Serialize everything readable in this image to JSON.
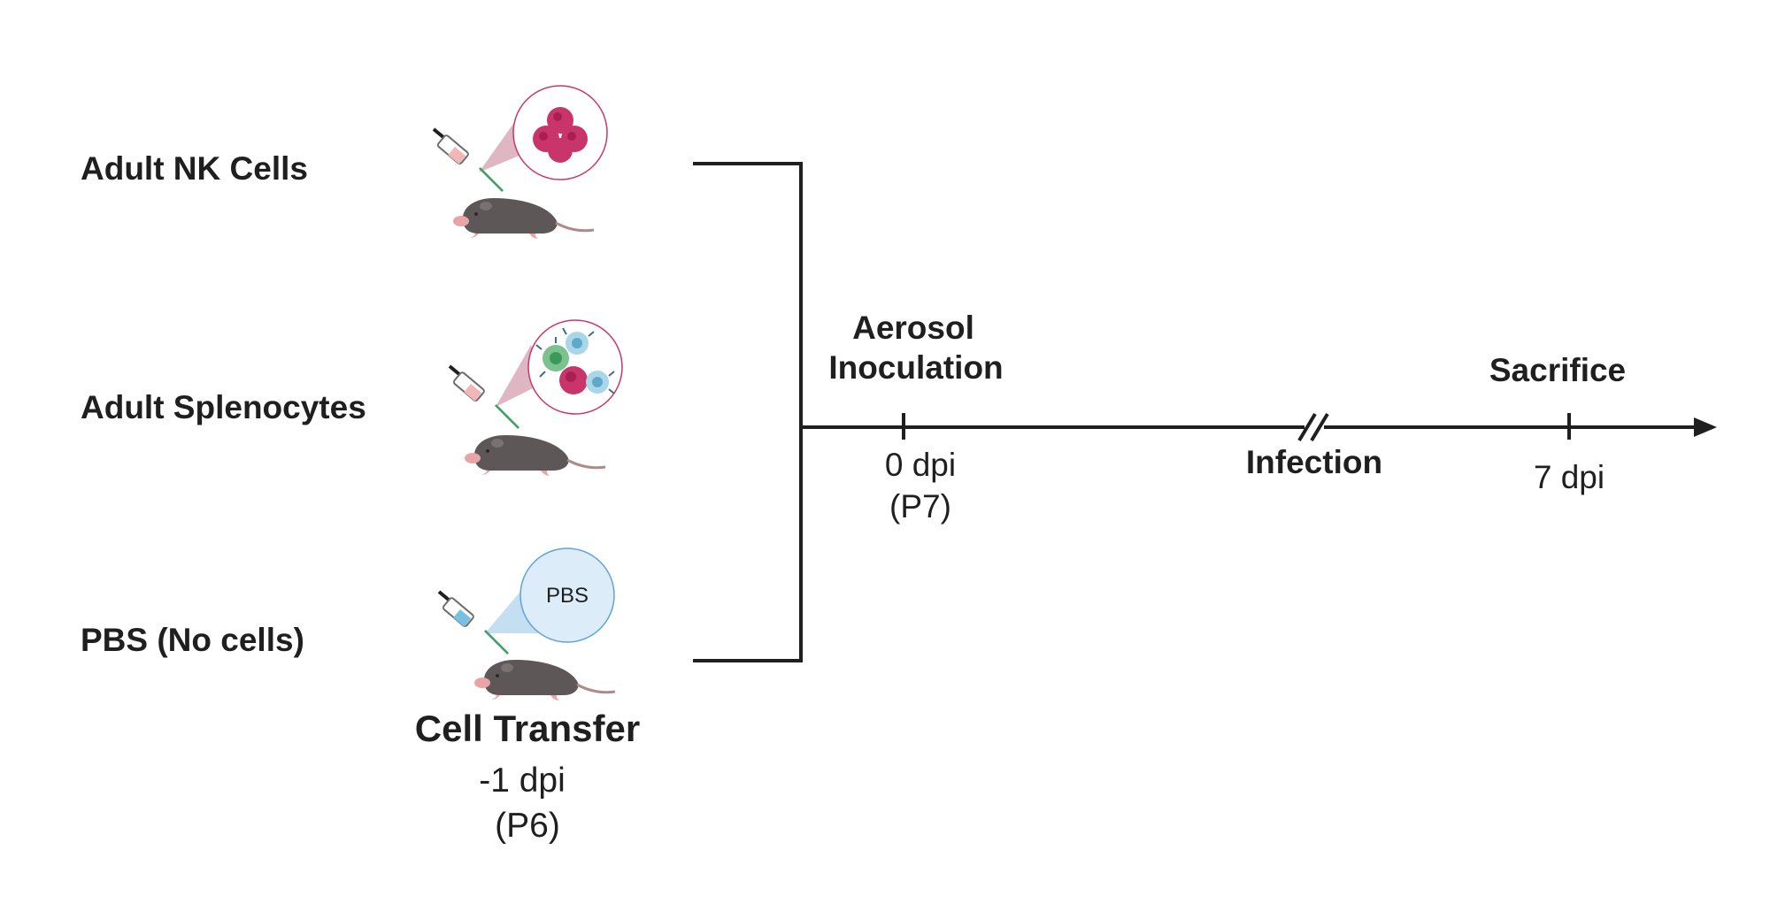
{
  "groups": [
    {
      "label": "Adult NK Cells"
    },
    {
      "label": "Adult Splenocytes"
    },
    {
      "label": "PBS (No cells)"
    }
  ],
  "bubble_text": "PBS",
  "cell_transfer": {
    "title": "Cell Transfer",
    "time": "-1 dpi",
    "age": "(P6)"
  },
  "timeline": {
    "inoculation": {
      "title_line1": "Aerosol",
      "title_line2": "Inoculation",
      "time": "0 dpi",
      "age": "(P7)"
    },
    "infection": {
      "label": "Infection"
    },
    "sacrifice": {
      "title": "Sacrifice",
      "time": "7 dpi"
    }
  },
  "colors": {
    "text": "#1f1f1f",
    "line": "#1f1f1f",
    "mouse": "#5d5757",
    "mouse_pink": "#e9a4a6",
    "nk_cell": "#c9356a",
    "bubble_pink": "#d8aab8",
    "bubble_blue": "#bcdcef",
    "syringe_pink": "#f2b6b6",
    "syringe_blue": "#78c0e3"
  },
  "icons": [
    "syringe-icon",
    "mouse-pup-icon",
    "nk-cell-cluster-icon",
    "splenocyte-mix-icon",
    "pbs-bubble-icon"
  ]
}
